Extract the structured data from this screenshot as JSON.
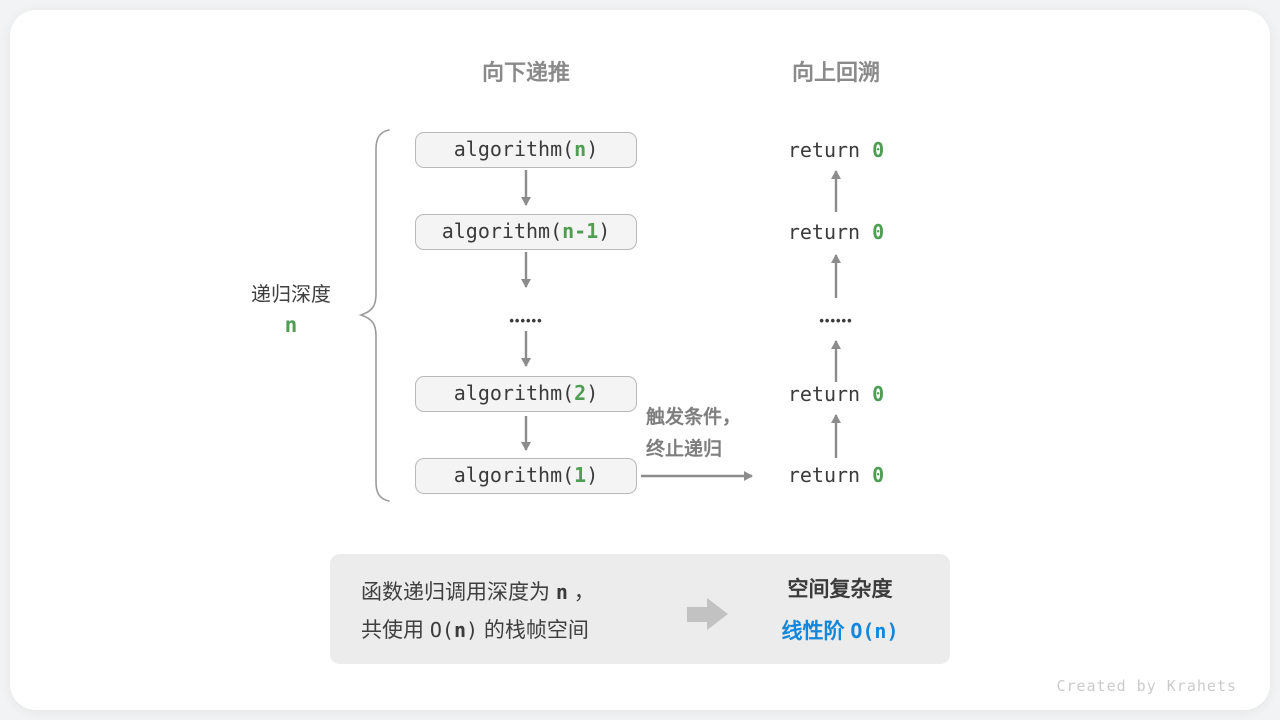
{
  "colors": {
    "green": "#4F9E53",
    "blue": "#1287DB",
    "code_dark": "#3B3B3B",
    "heading_gray": "#8A8A8A",
    "arrow_gray": "#8C8C8C",
    "box_border": "#B9B9B9",
    "box_fill": "#F4F4F4",
    "brace_gray": "#9B9B9B",
    "label_dark": "#3F3F3F",
    "annotation_gray": "#7E7E7E",
    "summary_bg": "#ECECEC",
    "big_arrow_gray": "#C2C2C2",
    "footer_gray": "#CBCBCB"
  },
  "headers": {
    "recurse_down": "向下递推",
    "backtrack_up": "向上回溯"
  },
  "depth_label": {
    "text": "递归深度",
    "value": "n"
  },
  "recursion_column": {
    "calls": [
      {
        "pre": "algorithm(",
        "arg": "n",
        "post": ")"
      },
      {
        "pre": "algorithm(",
        "arg": "n-1",
        "post": ")"
      },
      {
        "pre": "algorithm(",
        "arg": "2",
        "post": ")"
      },
      {
        "pre": "algorithm(",
        "arg": "1",
        "post": ")"
      }
    ],
    "ellipsis": "••••••"
  },
  "return_column": {
    "returns": [
      {
        "pre": "return ",
        "val": "0"
      },
      {
        "pre": "return ",
        "val": "0"
      },
      {
        "pre": "return ",
        "val": "0"
      },
      {
        "pre": "return ",
        "val": "0"
      }
    ],
    "ellipsis": "••••••"
  },
  "annotation": {
    "line1": "触发条件，",
    "line2": "终止递归"
  },
  "summary": {
    "left": {
      "line1_pre": "函数递归调用深度为 ",
      "line1_var": "n",
      "line1_post": " ，",
      "line2_pre": "共使用 ",
      "line2_code_open": "O(",
      "line2_var": "n",
      "line2_code_close": ")",
      "line2_post": " 的栈帧空间"
    },
    "right": {
      "title": "空间复杂度",
      "result_label": "线性阶 ",
      "result_code": "O(n)"
    }
  },
  "footer": "Created by Krahets"
}
